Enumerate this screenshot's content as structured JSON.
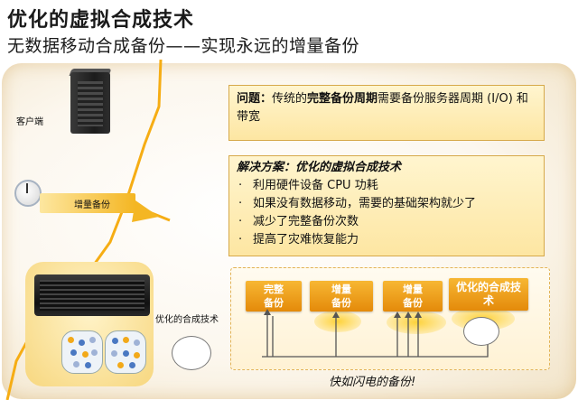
{
  "header": {
    "title": "优化的虚拟合成技术",
    "subtitle": "无数据移动合成备份——实现永远的增量备份"
  },
  "left": {
    "client_label": "客户端",
    "incremental_label": "增量备份",
    "synthetic_label": "优化的合成技术"
  },
  "problem": {
    "lead": "问题：",
    "text1": "传统的",
    "bold": "完整备份周期",
    "text2": "需要备份服务器周期 (I/O) 和带宽"
  },
  "solution": {
    "title": "解决方案：优化的虚拟合成技术",
    "bullets": [
      "利用硬件设备 CPU 功耗",
      "如果没有数据移动，需要的基础架构就少了",
      "减少了完整备份次数",
      "提高了灾难恢复能力"
    ]
  },
  "diagram": {
    "chips": [
      "完整\n备份",
      "增量\n备份",
      "增量\n备份",
      "优化的合成技\n术"
    ],
    "caption": "快如闪电的备份!"
  },
  "colors": {
    "accent": "#f4b623",
    "box_fill": "#fde6a2",
    "chip": "#e48a0a"
  }
}
